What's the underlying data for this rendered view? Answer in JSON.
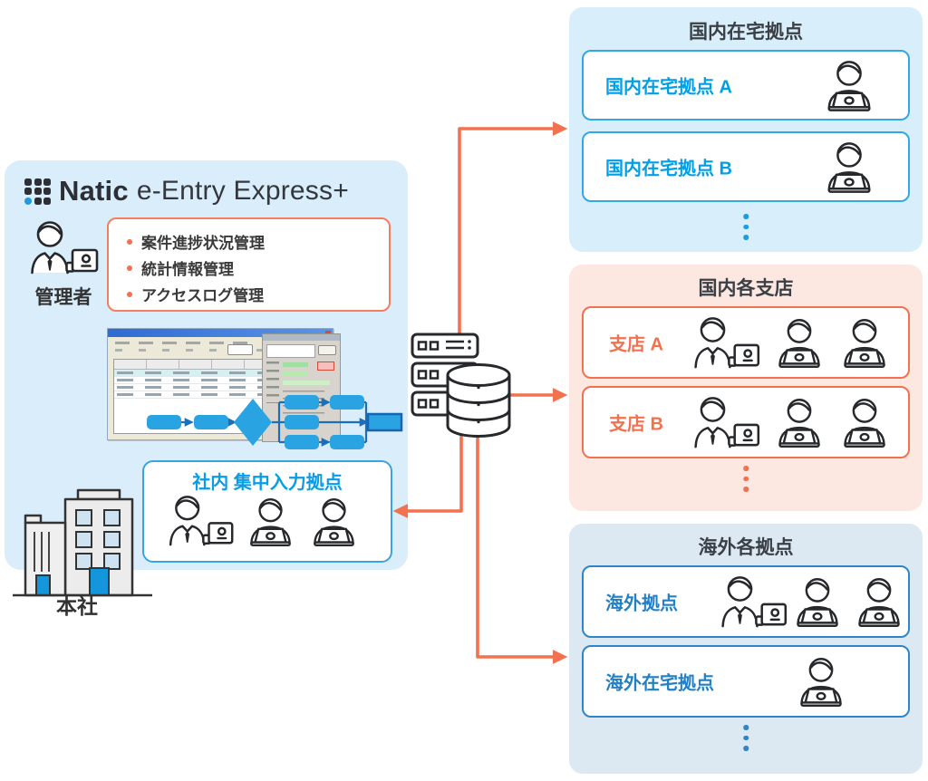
{
  "brand": {
    "name": "Natic",
    "product": "e-Entry Express+"
  },
  "admin_label": "管理者",
  "features": {
    "items": [
      "案件進捗状況管理",
      "統計情報管理",
      "アクセスログ管理"
    ]
  },
  "hub": {
    "title": "社内 集中入力拠点"
  },
  "building_label": "本社",
  "groups": [
    {
      "title": "国内在宅拠点",
      "items": [
        {
          "label": "国内在宅拠点 A"
        },
        {
          "label": "国内在宅拠点 B"
        }
      ]
    },
    {
      "title": "国内各支店",
      "items": [
        {
          "label": "支店 A"
        },
        {
          "label": "支店 B"
        }
      ]
    },
    {
      "title": "海外各拠点",
      "items": [
        {
          "label": "海外拠点"
        },
        {
          "label": "海外在宅拠点"
        }
      ]
    }
  ],
  "colors": {
    "orange": "#F2714F",
    "bright_blue": "#00A0E9",
    "deep_blue": "#2380C4",
    "panel_blue": "#D9EDFA",
    "peach_bg": "#FCE8E1",
    "muted_blue_bg": "#DCE8F2",
    "title_dark": "#3B4047"
  }
}
